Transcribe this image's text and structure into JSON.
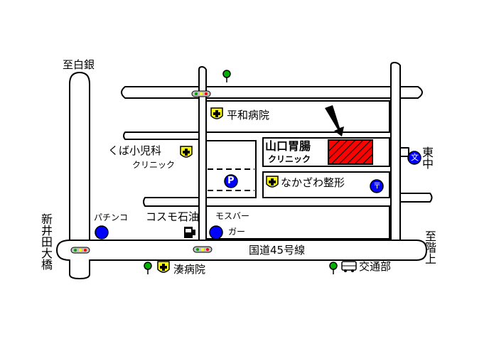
{
  "map": {
    "directions": {
      "shirogin": "至白銀",
      "higashinaka": "東中",
      "kaijo": "至階上",
      "niida_ohashi": "新井田大橋"
    },
    "road_label": "国道45号線",
    "clinic": {
      "name": "山口胃腸",
      "sub": "クリニック",
      "highlight_color": "#ff0000"
    },
    "landmarks": {
      "heiwa_hospital": "平和病院",
      "kuba_pediatrics": "くば小児科",
      "kuba_sub": "クリニック",
      "nakazawa": "なかざわ整形",
      "pachinko": "パチンコ",
      "cosmo": "コスモ石油",
      "mos_line1": "モスバー",
      "mos_line2": "ガー",
      "minato_hospital": "湊病院",
      "kotsubu": "交通部"
    },
    "symbols": {
      "parking": "P",
      "police_box": "文",
      "post_office": "〒"
    },
    "colors": {
      "hospital_mark": "#ffff00",
      "poi_circle": "#0000ff",
      "traffic_light_body": "#c0c0c0"
    }
  }
}
